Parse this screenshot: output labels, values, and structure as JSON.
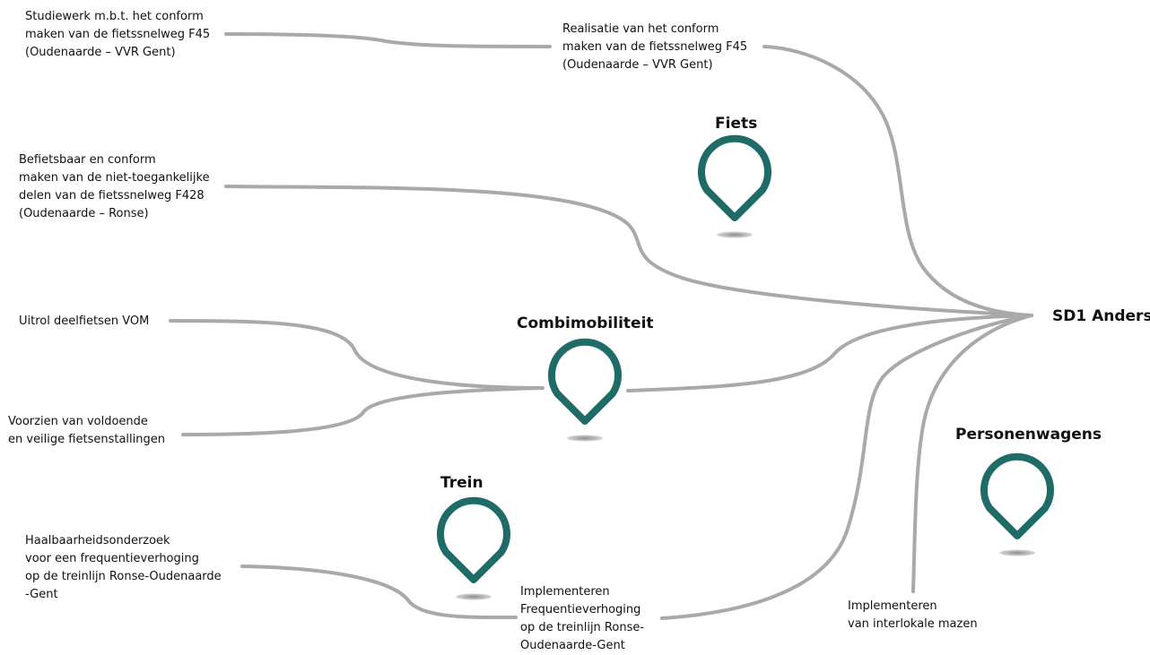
{
  "goal": {
    "label": "SD1 Anders"
  },
  "categories": [
    {
      "id": "fiets",
      "label": "Fiets"
    },
    {
      "id": "combimobiliteit",
      "label": "Combimobiliteit"
    },
    {
      "id": "trein",
      "label": "Trein"
    },
    {
      "id": "personenwagens",
      "label": "Personenwagens"
    }
  ],
  "actions": [
    {
      "id": "studiewerk-f45",
      "text": "Studiewerk m.b.t. het conform\nmaken van de fietssnelweg F45\n(Oudenaarde – VVR Gent)"
    },
    {
      "id": "realisatie-f45",
      "text": "Realisatie van het conform\nmaken van de fietssnelweg F45\n(Oudenaarde – VVR Gent)"
    },
    {
      "id": "befietsbaar-f428",
      "text": "Befietsbaar en conform\nmaken van de niet-toegankelijke\ndelen van de fietssnelweg F428\n(Oudenaarde – Ronse)"
    },
    {
      "id": "uitrol-deelfietsen",
      "text": "Uitrol deelfietsen VOM"
    },
    {
      "id": "fietsenstallingen",
      "text": "Voorzien van voldoende\nen veilige fietsenstallingen"
    },
    {
      "id": "haalbaarheidsonderzoek",
      "text": "Haalbaarheidsonderzoek\nvoor een frequentieverhoging\nop de treinlijn Ronse-Oudenaarde\n-Gent"
    },
    {
      "id": "implementeren-frequentie",
      "text": "Implementeren\nFrequentieverhoging\nop de treinlijn Ronse-\nOudenaarde-Gent"
    },
    {
      "id": "interlokale-mazen",
      "text": "Implementeren\nvan interlokale mazen"
    }
  ],
  "colors": {
    "pin": "#1f6b67",
    "connector": "#a9a9a9",
    "shadow": "#9a9a9a"
  },
  "icons": {
    "category_marker": "map-pin-icon"
  }
}
